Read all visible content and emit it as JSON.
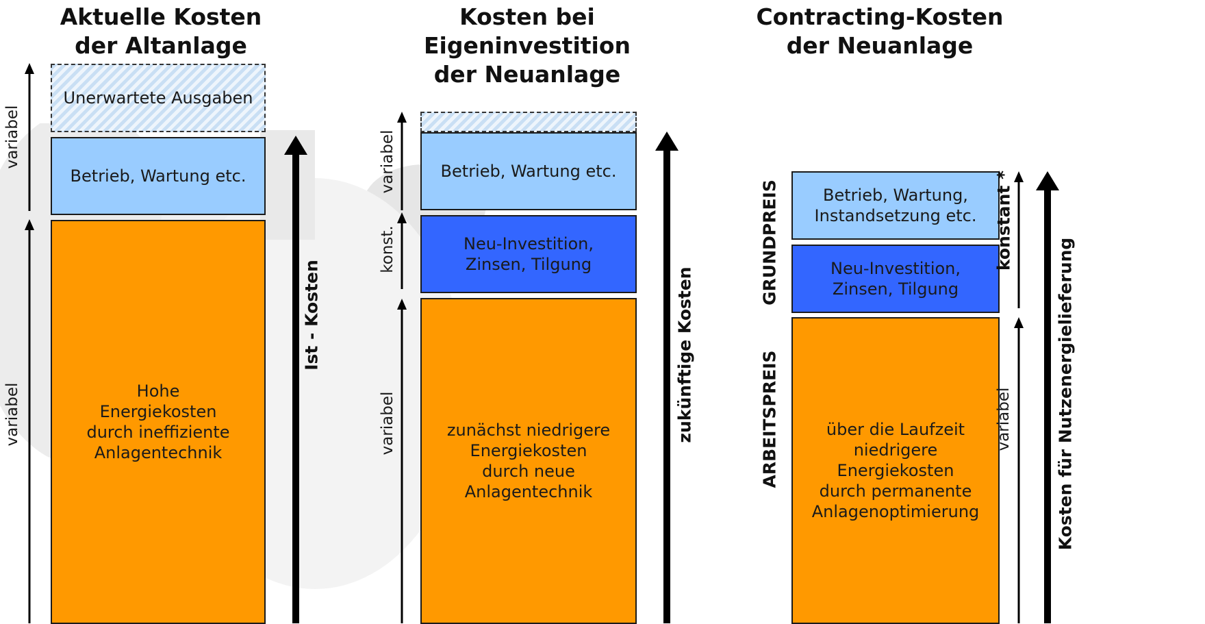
{
  "columns": [
    {
      "title": "Aktuelle Kosten\nder Altanlage",
      "boxes": {
        "unexpected": "Unerwartete Ausgaben",
        "operation": "Betrieb, Wartung etc.",
        "energy": "Hohe\nEnergiekosten\ndurch ineffiziente\nAnlagentechnik"
      },
      "side_labels": {
        "upper": "variabel",
        "lower": "variabel"
      },
      "total_label": "Ist - Kosten"
    },
    {
      "title": "Kosten bei Eigeninvestition\nder Neuanlage",
      "boxes": {
        "operation": "Betrieb, Wartung etc.",
        "investment": "Neu-Investition,\nZinsen, Tilgung",
        "energy": "zunächst niedrigere\nEnergiekosten\ndurch neue\nAnlagentechnik"
      },
      "side_labels": {
        "upper": "variabel",
        "middle": "konst.",
        "lower": "variabel"
      },
      "total_label": "zukünftige Kosten"
    },
    {
      "title": "Contracting-Kosten\nder Neuanlage",
      "boxes": {
        "operation": "Betrieb, Wartung,\nInstandsetzung etc.",
        "investment": "Neu-Investition,\nZinsen, Tilgung",
        "energy": "über die Laufzeit\nniedrigere\nEnergiekosten\ndurch permanente\nAnlagenoptimierung"
      },
      "group_labels": {
        "upper": "GRUNDPREIS",
        "lower": "ARBEITSPREIS"
      },
      "side_labels": {
        "upper": "konstant *",
        "lower": "variabel"
      },
      "total_label": "Kosten für Nutzenergielieferung"
    }
  ],
  "colors": {
    "light_blue": "#99ccff",
    "dark_blue": "#3366ff",
    "orange": "#ff9900",
    "hatch": "#c9dff4"
  }
}
